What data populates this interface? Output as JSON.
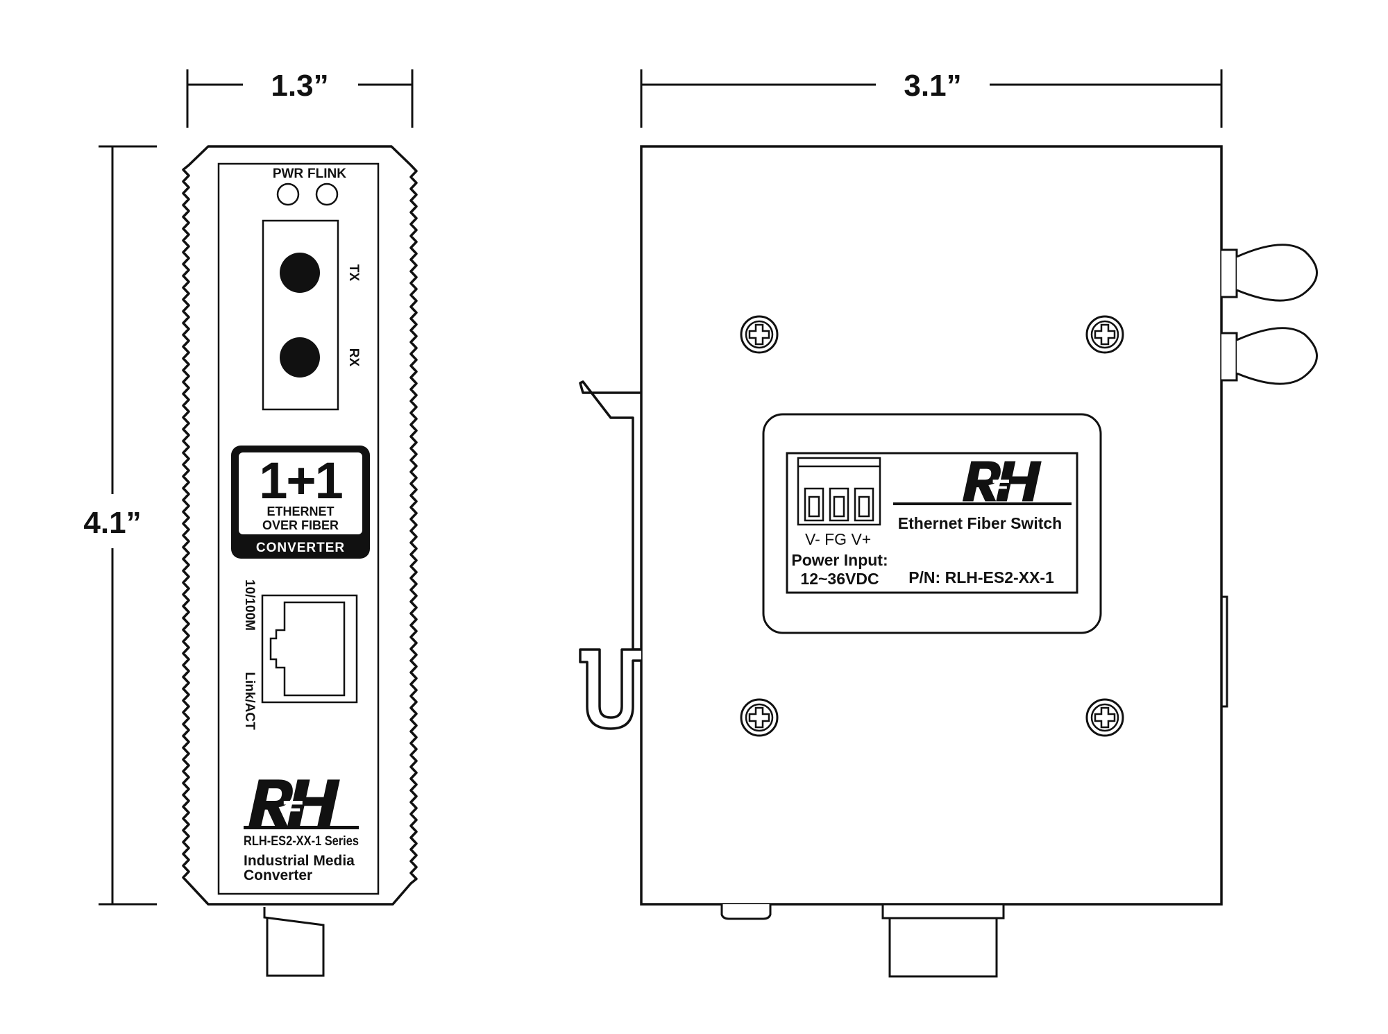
{
  "dimensions": {
    "width_front": "1.3”",
    "width_side": "3.1”",
    "height": "4.1”"
  },
  "front": {
    "led_pwr": "PWR",
    "led_flink": "FLINK",
    "port_tx": "TX",
    "port_rx": "RX",
    "badge_big": "1+1",
    "badge_line1": "ETHERNET",
    "badge_line2": "OVER FIBER",
    "badge_bottom": "CONVERTER",
    "rj45_speed": "10/100M",
    "rj45_link": "Link/ACT",
    "series": "RLH-ES2-XX-1 Series",
    "desc_line1": "Industrial Media",
    "desc_line2": "Converter"
  },
  "side": {
    "terminal_labels": "V-  FG V+",
    "power_label": "Power Input:",
    "power_value": "12~36VDC",
    "product_name": "Ethernet Fiber Switch",
    "part_number": "P/N: RLH-ES2-XX-1"
  },
  "colors": {
    "line": "#111111",
    "background": "#ffffff",
    "badge_fill": "#111111"
  }
}
